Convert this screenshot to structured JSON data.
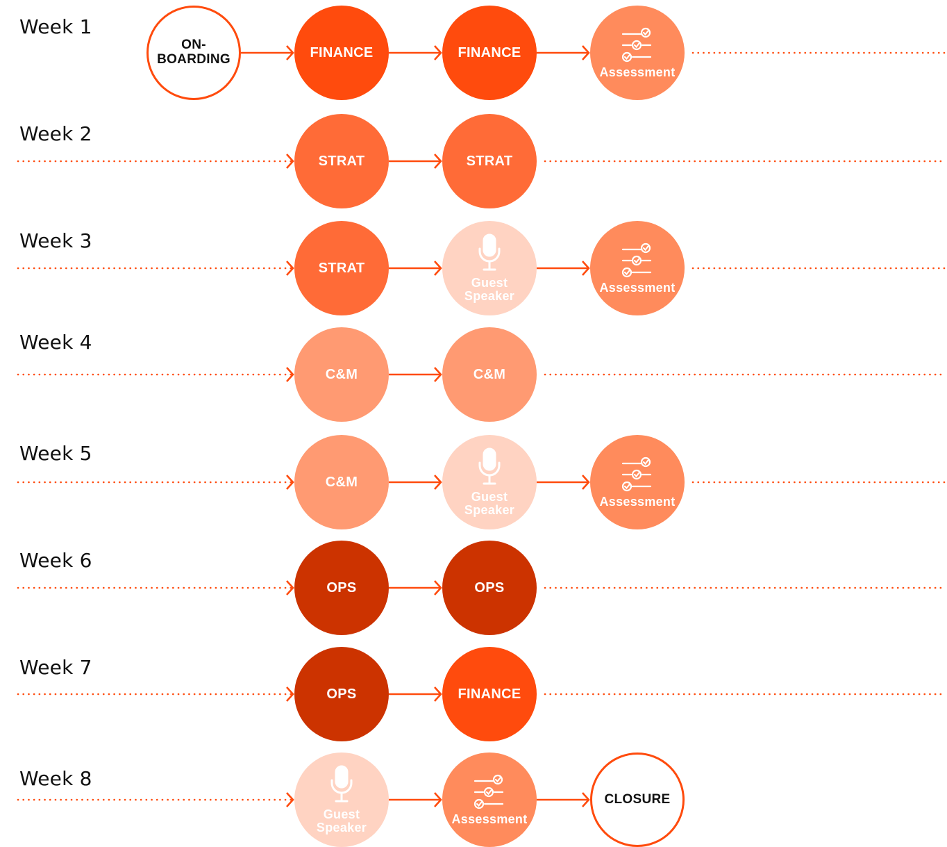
{
  "colors": {
    "accent": "#ff4b0d",
    "finance": "#ff4b0d",
    "strat": "#ff6b37",
    "assessment": "#ff8b5c",
    "cm": "#ff9a72",
    "ops": "#cc3300",
    "guest": "#ffd3c2",
    "outline_fill": "#ffffff"
  },
  "weeks": [
    {
      "label": "Week 1",
      "lead_dotted": false,
      "trail_dotted": true,
      "nodes": [
        {
          "type": "outline",
          "lines": [
            "ON-",
            "BOARDING"
          ]
        },
        {
          "type": "finance",
          "lines": [
            "FINANCE"
          ]
        },
        {
          "type": "finance",
          "lines": [
            "FINANCE"
          ]
        },
        {
          "type": "assessment",
          "icon": "checklist-icon",
          "lines": [
            "Assessment"
          ]
        }
      ]
    },
    {
      "label": "Week 2",
      "lead_dotted": true,
      "trail_dotted": true,
      "nodes": [
        {
          "type": "strat",
          "lines": [
            "STRAT"
          ]
        },
        {
          "type": "strat",
          "lines": [
            "STRAT"
          ]
        }
      ]
    },
    {
      "label": "Week 3",
      "lead_dotted": true,
      "trail_dotted": true,
      "nodes": [
        {
          "type": "strat",
          "lines": [
            "STRAT"
          ]
        },
        {
          "type": "guest",
          "icon": "microphone-icon",
          "lines": [
            "Guest",
            "Speaker"
          ]
        },
        {
          "type": "assessment",
          "icon": "checklist-icon",
          "lines": [
            "Assessment"
          ]
        }
      ]
    },
    {
      "label": "Week 4",
      "lead_dotted": true,
      "trail_dotted": true,
      "nodes": [
        {
          "type": "cm",
          "lines": [
            "C&M"
          ]
        },
        {
          "type": "cm",
          "lines": [
            "C&M"
          ]
        }
      ]
    },
    {
      "label": "Week 5",
      "lead_dotted": true,
      "trail_dotted": true,
      "nodes": [
        {
          "type": "cm",
          "lines": [
            "C&M"
          ]
        },
        {
          "type": "guest",
          "icon": "microphone-icon",
          "lines": [
            "Guest",
            "Speaker"
          ]
        },
        {
          "type": "assessment",
          "icon": "checklist-icon",
          "lines": [
            "Assessment"
          ]
        }
      ]
    },
    {
      "label": "Week 6",
      "lead_dotted": true,
      "trail_dotted": true,
      "nodes": [
        {
          "type": "ops",
          "lines": [
            "OPS"
          ]
        },
        {
          "type": "ops",
          "lines": [
            "OPS"
          ]
        }
      ]
    },
    {
      "label": "Week 7",
      "lead_dotted": true,
      "trail_dotted": true,
      "nodes": [
        {
          "type": "ops",
          "lines": [
            "OPS"
          ]
        },
        {
          "type": "finance",
          "lines": [
            "FINANCE"
          ]
        }
      ]
    },
    {
      "label": "Week 8",
      "lead_dotted": true,
      "trail_dotted": false,
      "nodes": [
        {
          "type": "guest",
          "icon": "microphone-icon",
          "lines": [
            "Guest",
            "Speaker"
          ]
        },
        {
          "type": "assessment",
          "icon": "checklist-icon",
          "lines": [
            "Assessment"
          ]
        },
        {
          "type": "outline",
          "lines": [
            "CLOSURE"
          ]
        }
      ]
    }
  ]
}
